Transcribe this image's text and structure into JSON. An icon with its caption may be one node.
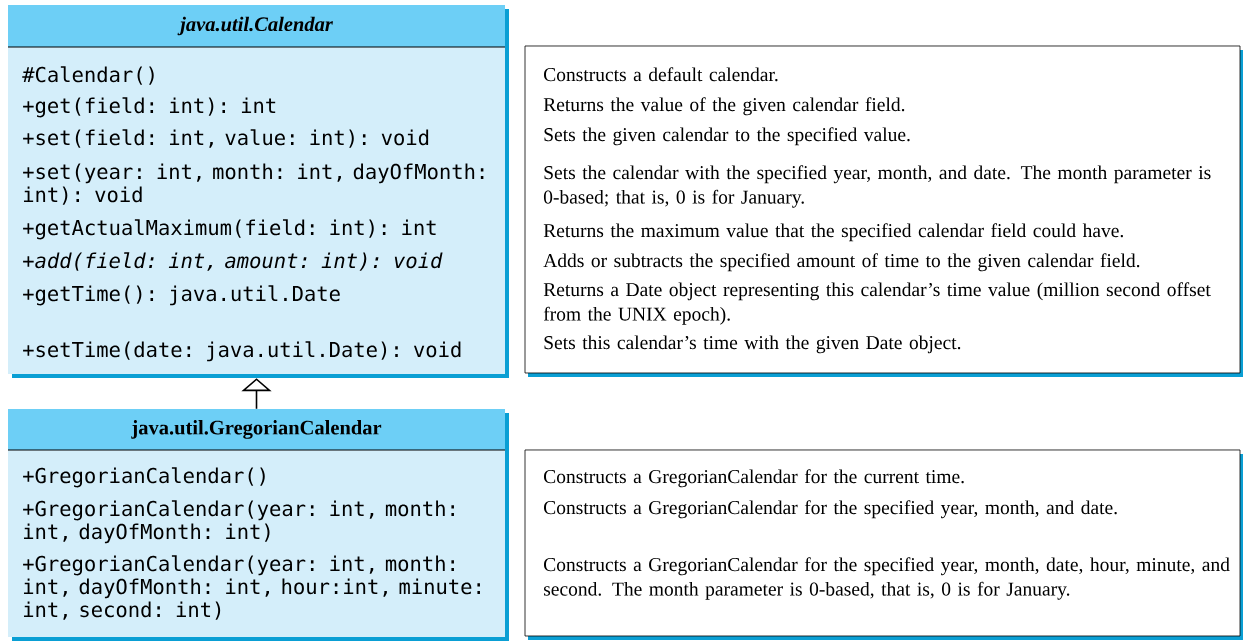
{
  "diagram": {
    "nodes": [
      {
        "text": [
          "java.util.Calendar",
          "#Calendar()",
          "+get(field: int): int",
          "+set(field: int, value: int): void",
          "+set(year: int, month: int, dayOfMonth: int): void",
          "+getActualMaximum(field: int): int",
          "+add(field: int, amount: int): void",
          "+getTime(): java.util.Date",
          "+setTime(date: java.util.Date): void"
        ]
      },
      {
        "text": [
          "Constructs a default calendar.",
          "Returns the value of the given calendar field.",
          "Sets the given calendar to the specified value.",
          "Sets the calendar with the specified year, month, and date. The month parameter is 0-based; that is, 0 is for January.",
          "Returns the maximum value that the specified calendar field could have.",
          "Adds or subtracts the specified amount of time to the given calendar field.",
          "Returns a Date object representing this calendar’s time value (million second offset from the UNIX epoch).",
          "Sets this calendar’s time with the given Date object."
        ]
      },
      {
        "text": [
          "java.util.GregorianCalendar",
          "+GregorianCalendar()",
          "+GregorianCalendar(year: int, month: int, dayOfMonth: int)",
          "+GregorianCalendar(year: int, month: int, dayOfMonth: int, hour:int, minute: int, second: int)"
        ]
      },
      {
        "text": [
          "Constructs a GregorianCalendar for the current time.",
          "Constructs a GregorianCalendar for the specified year, month, and date.",
          "Constructs a GregorianCalendar for the specified year, month, date, hour, minute, and second. The month parameter is 0-based, that is, 0 is for January."
        ]
      }
    ],
    "edges": [
      {
        "from": 2,
        "to": 0,
        "arrow": "to"
      }
    ]
  }
}
